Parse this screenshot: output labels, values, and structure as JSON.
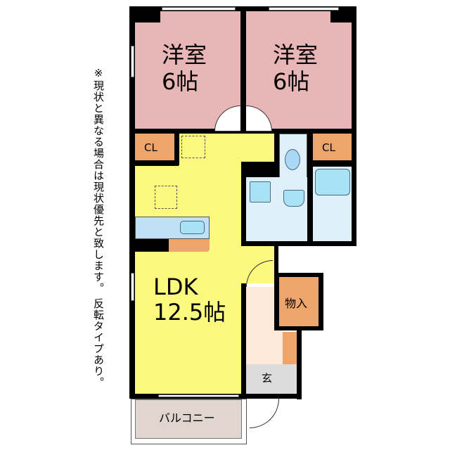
{
  "rooms": {
    "bedroom1": {
      "name": "洋室",
      "size": "6帖"
    },
    "bedroom2": {
      "name": "洋室",
      "size": "6帖"
    },
    "closet1": "CL",
    "closet2": "CL",
    "ldk": {
      "name": "LDK",
      "size": "12.5帖"
    },
    "storage": "物入",
    "entrance": "玄",
    "balcony": "バルコニー"
  },
  "note": "※現状と異なる場合は現状優先と致します。 反転タイプあり。",
  "colors": {
    "bedroom": "#e8b6b6",
    "ldk": "#fdf87e",
    "storage": "#eda56b",
    "wet": "#dff0fb",
    "hall": "#fde9d9",
    "entrance": "#dcdcdc",
    "balcony": "#e0d6cf"
  }
}
